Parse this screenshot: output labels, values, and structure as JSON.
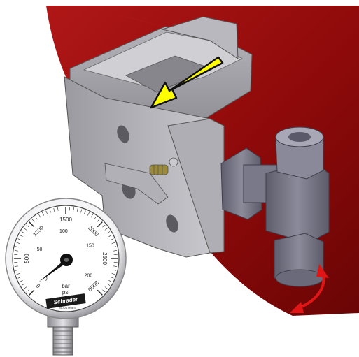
{
  "colors": {
    "tank": "#8e0a0a",
    "tank_highlight": "#b81a1a",
    "metal_light": "#c9c9cd",
    "metal_mid": "#a3a3a8",
    "metal_dark": "#6e6e74",
    "fitting": "#7e7d8c",
    "arrow_fill": "#ffff00",
    "rotate_arrow": "#e01616",
    "gauge_rim": "#d4d4d8"
  },
  "gauge": {
    "psi_ticks": [
      "0",
      "500",
      "1000",
      "1500",
      "2000",
      "2500",
      "3000"
    ],
    "bar_ticks": [
      "0",
      "50",
      "100",
      "150",
      "200"
    ],
    "unit_bar": "bar",
    "unit_psi": "psi",
    "brand": "Schrader",
    "brand_sub": "INDUSTRIES"
  },
  "icons": [
    "yellow-arrow-icon",
    "rotation-arrow-icon"
  ]
}
